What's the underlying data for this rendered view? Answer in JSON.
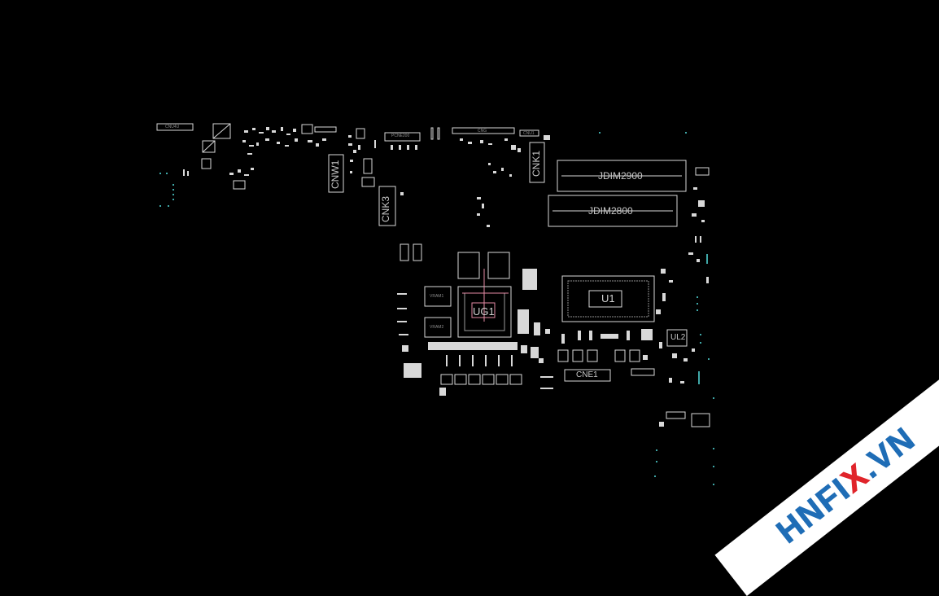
{
  "board": {
    "labels": {
      "cnu4u": "CNU4U",
      "pcne200": "PCNE200",
      "cng": "CNG",
      "cnu1": "CNU1",
      "cnw1": "CNW1",
      "cnk1": "CNK1",
      "cnk3": "CNK3",
      "jdim2900": "JDIM2900",
      "jdim2800": "JDIM2800",
      "ug1": "UG1",
      "u1": "U1",
      "ul2": "UL2",
      "cne1": "CNE1",
      "vram1": "VRAM1",
      "vram2": "VRAM2"
    },
    "colors": {
      "background": "#000000",
      "trace": "#d8d8d8",
      "accent_pink": "#e38aa4",
      "accent_teal": "#3fa7a7"
    }
  },
  "watermark": {
    "text_left": "HNFI",
    "text_x": "X",
    "text_right": ".VN",
    "colors": {
      "blue": "#1f6db6",
      "red": "#e0242b"
    }
  }
}
